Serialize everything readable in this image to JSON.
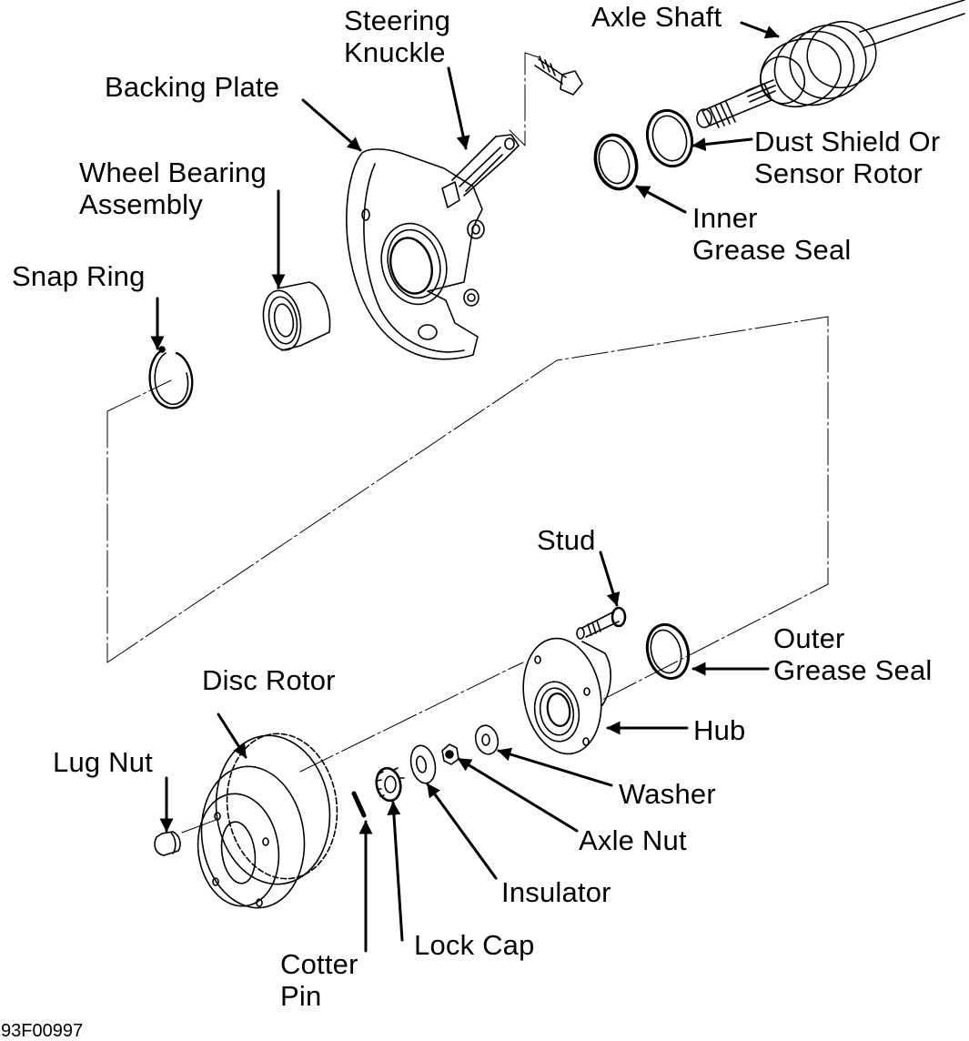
{
  "diagram": {
    "title": "Front Hub and Wheel Bearing Assembly - Exploded View",
    "figure_id": "93F00997",
    "colors": {
      "ink": "#000000",
      "background": "#ffffff"
    },
    "labels": {
      "steering_knuckle": [
        "Steering",
        "Knuckle"
      ],
      "axle_shaft": "Axle Shaft",
      "backing_plate": "Backing Plate",
      "wheel_bearing_assembly": [
        "Wheel Bearing",
        "Assembly"
      ],
      "dust_shield": [
        "Dust Shield Or",
        "Sensor Rotor"
      ],
      "inner_grease_seal": [
        "Inner",
        "Grease Seal"
      ],
      "snap_ring": "Snap Ring",
      "stud": "Stud",
      "outer_grease_seal": [
        "Outer",
        "Grease Seal"
      ],
      "disc_rotor": "Disc Rotor",
      "hub": "Hub",
      "lug_nut": "Lug Nut",
      "washer": "Washer",
      "axle_nut": "Axle Nut",
      "insulator": "Insulator",
      "lock_cap": "Lock Cap",
      "cotter_pin": [
        "Cotter",
        "Pin"
      ]
    }
  }
}
